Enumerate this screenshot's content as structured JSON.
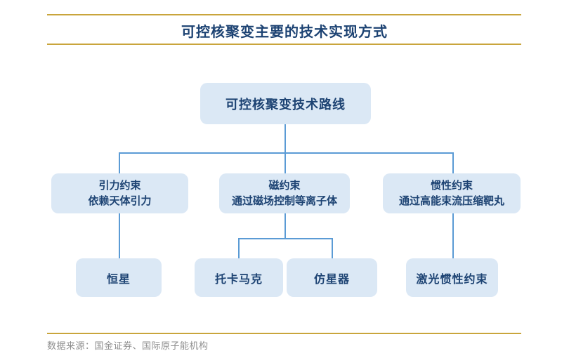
{
  "header": {
    "title": "可控核聚变主要的技术实现方式"
  },
  "tree": {
    "root": {
      "label": "可控核聚变技术路线"
    },
    "branches": [
      {
        "title": "引力约束",
        "desc": "依赖天体引力",
        "children": [
          "恒星"
        ]
      },
      {
        "title": "磁约束",
        "desc": "通过磁场控制等离子体",
        "children": [
          "托卡马克",
          "仿星器"
        ]
      },
      {
        "title": "惯性约束",
        "desc": "通过高能束流压缩靶丸",
        "children": [
          "激光惯性约束"
        ]
      }
    ]
  },
  "footer": {
    "source": "数据来源：国金证券、国际原子能机构"
  },
  "colors": {
    "accent_gold": "#C9A53C",
    "node_fill": "#DBE8F5",
    "node_text": "#1D4373",
    "connector": "#5B9BD5",
    "footer_text": "#8E8E8E",
    "background": "#FFFFFF"
  }
}
